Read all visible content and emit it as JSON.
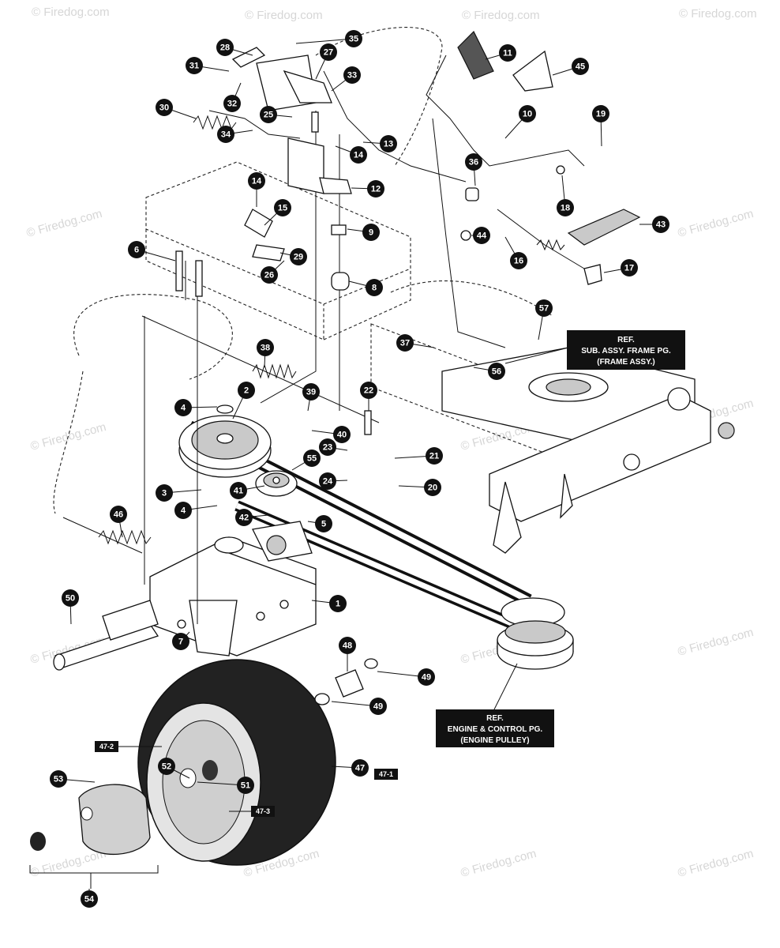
{
  "watermark": "© Firedog.com",
  "callouts": [
    {
      "label": "1"
    },
    {
      "label": "2"
    },
    {
      "label": "3"
    },
    {
      "label": "4"
    },
    {
      "label": "4"
    },
    {
      "label": "5"
    },
    {
      "label": "6"
    },
    {
      "label": "7"
    },
    {
      "label": "8"
    },
    {
      "label": "9"
    },
    {
      "label": "10"
    },
    {
      "label": "11"
    },
    {
      "label": "12"
    },
    {
      "label": "13"
    },
    {
      "label": "14"
    },
    {
      "label": "14"
    },
    {
      "label": "15"
    },
    {
      "label": "16"
    },
    {
      "label": "17"
    },
    {
      "label": "18"
    },
    {
      "label": "19"
    },
    {
      "label": "20"
    },
    {
      "label": "21"
    },
    {
      "label": "22"
    },
    {
      "label": "23"
    },
    {
      "label": "24"
    },
    {
      "label": "25"
    },
    {
      "label": "26"
    },
    {
      "label": "27"
    },
    {
      "label": "28"
    },
    {
      "label": "29"
    },
    {
      "label": "30"
    },
    {
      "label": "31"
    },
    {
      "label": "32"
    },
    {
      "label": "33"
    },
    {
      "label": "34"
    },
    {
      "label": "35"
    },
    {
      "label": "36"
    },
    {
      "label": "37"
    },
    {
      "label": "38"
    },
    {
      "label": "39"
    },
    {
      "label": "40"
    },
    {
      "label": "41"
    },
    {
      "label": "42"
    },
    {
      "label": "43"
    },
    {
      "label": "44"
    },
    {
      "label": "45"
    },
    {
      "label": "46"
    },
    {
      "label": "47"
    },
    {
      "label": "48"
    },
    {
      "label": "49"
    },
    {
      "label": "49"
    },
    {
      "label": "50"
    },
    {
      "label": "51"
    },
    {
      "label": "52"
    },
    {
      "label": "53"
    },
    {
      "label": "54"
    },
    {
      "label": "55"
    },
    {
      "label": "56"
    },
    {
      "label": "57"
    }
  ],
  "tags": [
    {
      "label": "47-1"
    },
    {
      "label": "47-2"
    },
    {
      "label": "47-3"
    }
  ],
  "ref_frame": {
    "line1": "REF.",
    "line2": "SUB. ASSY. FRAME PG.",
    "line3": "(FRAME ASSY.)"
  },
  "ref_engine": {
    "line1": "REF.",
    "line2": "ENGINE & CONTROL PG.",
    "line3": "(ENGINE PULLEY)"
  },
  "colors": {
    "callout": "#111111",
    "line": "#111111",
    "shade": "#c9c9c9",
    "watermark": "#d6d6d6"
  }
}
